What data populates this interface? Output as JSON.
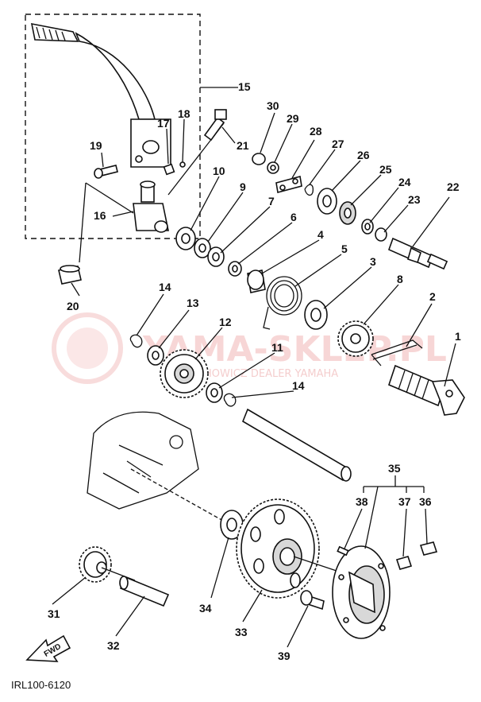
{
  "labels": [
    {
      "id": "1",
      "text": "1"
    },
    {
      "id": "2",
      "text": "2"
    },
    {
      "id": "3",
      "text": "3"
    },
    {
      "id": "4",
      "text": "4"
    },
    {
      "id": "5",
      "text": "5"
    },
    {
      "id": "6",
      "text": "6"
    },
    {
      "id": "7",
      "text": "7"
    },
    {
      "id": "8",
      "text": "8"
    },
    {
      "id": "9",
      "text": "9"
    },
    {
      "id": "10",
      "text": "10"
    },
    {
      "id": "11",
      "text": "11"
    },
    {
      "id": "12",
      "text": "12"
    },
    {
      "id": "13",
      "text": "13"
    },
    {
      "id": "14a",
      "text": "14"
    },
    {
      "id": "14b",
      "text": "14"
    },
    {
      "id": "15",
      "text": "15"
    },
    {
      "id": "16",
      "text": "16"
    },
    {
      "id": "17",
      "text": "17"
    },
    {
      "id": "18",
      "text": "18"
    },
    {
      "id": "19",
      "text": "19"
    },
    {
      "id": "20",
      "text": "20"
    },
    {
      "id": "21",
      "text": "21"
    },
    {
      "id": "22",
      "text": "22"
    },
    {
      "id": "23",
      "text": "23"
    },
    {
      "id": "24",
      "text": "24"
    },
    {
      "id": "25",
      "text": "25"
    },
    {
      "id": "26",
      "text": "26"
    },
    {
      "id": "27",
      "text": "27"
    },
    {
      "id": "28",
      "text": "28"
    },
    {
      "id": "29",
      "text": "29"
    },
    {
      "id": "30",
      "text": "30"
    },
    {
      "id": "31",
      "text": "31"
    },
    {
      "id": "32",
      "text": "32"
    },
    {
      "id": "33",
      "text": "33"
    },
    {
      "id": "34",
      "text": "34"
    },
    {
      "id": "35",
      "text": "35"
    },
    {
      "id": "36",
      "text": "36"
    },
    {
      "id": "37",
      "text": "37"
    },
    {
      "id": "38",
      "text": "38"
    },
    {
      "id": "39",
      "text": "39"
    }
  ],
  "fwd_label": "FWD",
  "diagram_code": "IRL100-6120",
  "watermark": {
    "brand": "YAMA-SKLEP.PL",
    "tagline": "WYSZCHOWICZ DEALER YAMAHA"
  },
  "colors": {
    "line": "#111111",
    "watermark": "#f2b6b6"
  }
}
